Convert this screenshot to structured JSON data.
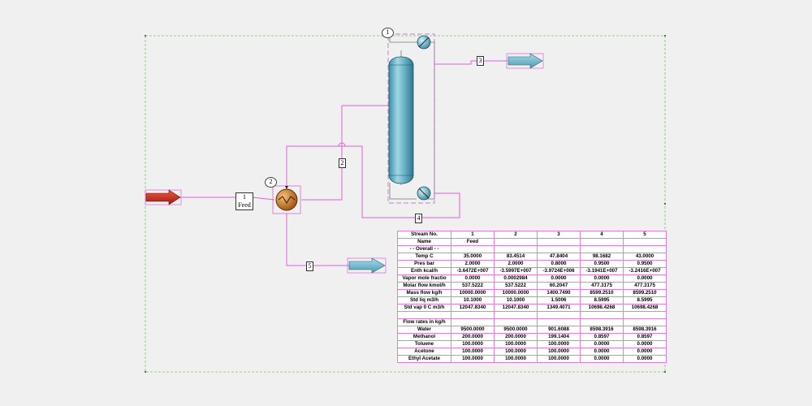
{
  "colors": {
    "stream": "#e060d8",
    "boundary": "#7ac36a",
    "vessel": "#5aaac4",
    "feed_arrow": "#cc2a1c",
    "product_arrow": "#6fb7c9",
    "exchanger": "#d97a1e"
  },
  "units": {
    "column_number": "1",
    "exchanger_number": "2"
  },
  "feed_box": {
    "number": "1",
    "name": "Feed"
  },
  "stream_tags": {
    "s2": "2",
    "s3": "3",
    "s4": "4",
    "s5": "5"
  },
  "icons": [
    "feed-arrow-icon",
    "product-arrow-icon",
    "heat-exchanger-icon",
    "distillation-column-icon",
    "condenser-icon",
    "reboiler-icon"
  ],
  "table": {
    "header": [
      "Stream No.",
      "1",
      "2",
      "3",
      "4",
      "5"
    ],
    "rows": [
      [
        "Name",
        "Feed",
        "",
        "",
        "",
        ""
      ],
      [
        "- - Overall - -",
        "",
        "",
        "",
        "",
        ""
      ],
      [
        "Temp C",
        "35.0000",
        "83.4514",
        "47.8404",
        "98.1682",
        "43.0000"
      ],
      [
        "Pres bar",
        "2.0000",
        "2.0000",
        "0.8000",
        "0.9500",
        "0.9500"
      ],
      [
        "Enth kcal/h",
        "-3.6472E+007",
        "-3.5997E+007",
        "-3.9724E+006",
        "-3.1941E+007",
        "-3.2416E+007"
      ],
      [
        "Vapor mole fractio",
        "0.0000",
        "0.0002984",
        "0.0000",
        "0.0000",
        "0.0000"
      ],
      [
        "Molar flow kmol/h",
        "537.5222",
        "537.5222",
        "60.2047",
        "477.3175",
        "477.3175"
      ],
      [
        "Mass flow  kg/h",
        "10000.0000",
        "10000.0000",
        "1400.7490",
        "8599.2510",
        "8599.2510"
      ],
      [
        "Std liq  m3/h",
        "10.1000",
        "10.1000",
        "1.5006",
        "8.5995",
        "8.5995"
      ],
      [
        "Std vap 0 C m3/h",
        "12047.8340",
        "12047.8340",
        "1349.4071",
        "10698.4268",
        "10698.4268"
      ],
      [
        "",
        "",
        "",
        "",
        "",
        ""
      ],
      [
        "Flow rates in kg/h",
        "",
        "",
        "",
        "",
        ""
      ],
      [
        "Water",
        "9500.0000",
        "9500.0000",
        "901.6088",
        "8598.3916",
        "8598.3916"
      ],
      [
        "Methanol",
        "200.0000",
        "200.0000",
        "199.1404",
        "0.8597",
        "0.8597"
      ],
      [
        "Toluene",
        "100.0000",
        "100.0000",
        "100.0000",
        "0.0000",
        "0.0000"
      ],
      [
        "Acetone",
        "100.0000",
        "100.0000",
        "100.0000",
        "0.0000",
        "0.0000"
      ],
      [
        "Ethyl Acetate",
        "100.0000",
        "100.0000",
        "100.0000",
        "0.0000",
        "0.0000"
      ]
    ]
  }
}
